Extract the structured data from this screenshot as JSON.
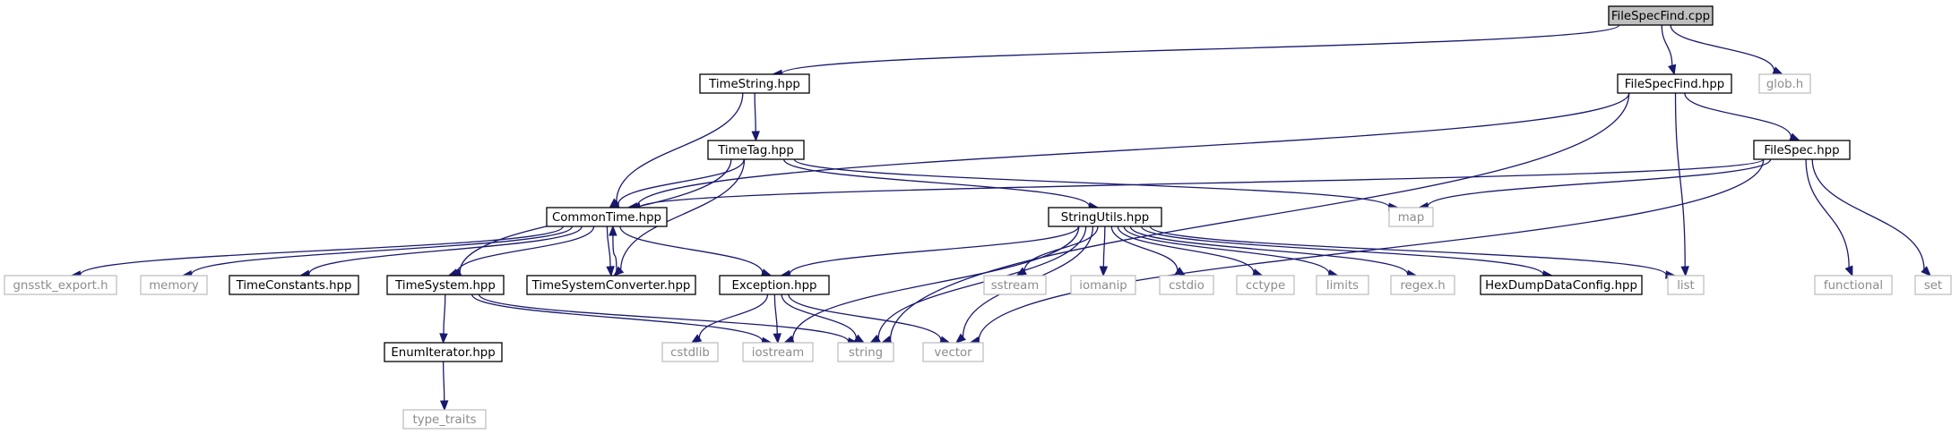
{
  "diagram": {
    "type": "include-dependency-graph",
    "colors": {
      "edge": "#191970",
      "root_fill": "#bfbfbf",
      "node_border": "#000000",
      "external_border": "#bfbfbf",
      "external_text": "#8c8c8c"
    },
    "nodes": {
      "filespecfind_cpp": {
        "label": "FileSpecFind.cpp",
        "kind": "root"
      },
      "timestring_hpp": {
        "label": "TimeString.hpp",
        "kind": "main"
      },
      "filespecfind_hpp": {
        "label": "FileSpecFind.hpp",
        "kind": "main"
      },
      "glob_h": {
        "label": "glob.h",
        "kind": "ext"
      },
      "timetag_hpp": {
        "label": "TimeTag.hpp",
        "kind": "main"
      },
      "filespec_hpp": {
        "label": "FileSpec.hpp",
        "kind": "main"
      },
      "commontime_hpp": {
        "label": "CommonTime.hpp",
        "kind": "main"
      },
      "stringutils_hpp": {
        "label": "StringUtils.hpp",
        "kind": "main"
      },
      "map": {
        "label": "map",
        "kind": "ext"
      },
      "functional": {
        "label": "functional",
        "kind": "ext"
      },
      "set": {
        "label": "set",
        "kind": "ext"
      },
      "gnsstk_export_h": {
        "label": "gnsstk_export.h",
        "kind": "ext"
      },
      "memory": {
        "label": "memory",
        "kind": "ext"
      },
      "timeconstants_hpp": {
        "label": "TimeConstants.hpp",
        "kind": "main"
      },
      "timesystem_hpp": {
        "label": "TimeSystem.hpp",
        "kind": "main"
      },
      "timesystemconverter_hpp": {
        "label": "TimeSystemConverter.hpp",
        "kind": "main"
      },
      "exception_hpp": {
        "label": "Exception.hpp",
        "kind": "main"
      },
      "sstream": {
        "label": "sstream",
        "kind": "ext"
      },
      "iomanip": {
        "label": "iomanip",
        "kind": "ext"
      },
      "cstdio": {
        "label": "cstdio",
        "kind": "ext"
      },
      "cctype": {
        "label": "cctype",
        "kind": "ext"
      },
      "limits": {
        "label": "limits",
        "kind": "ext"
      },
      "regex_h": {
        "label": "regex.h",
        "kind": "ext"
      },
      "hexdumpdataconfig_hpp": {
        "label": "HexDumpDataConfig.hpp",
        "kind": "main"
      },
      "list": {
        "label": "list",
        "kind": "ext"
      },
      "enumiterator_hpp": {
        "label": "EnumIterator.hpp",
        "kind": "main"
      },
      "cstdlib": {
        "label": "cstdlib",
        "kind": "ext"
      },
      "iostream": {
        "label": "iostream",
        "kind": "ext"
      },
      "string": {
        "label": "string",
        "kind": "ext"
      },
      "vector": {
        "label": "vector",
        "kind": "ext"
      },
      "type_traits": {
        "label": "type_traits",
        "kind": "ext"
      }
    },
    "edges": [
      [
        "filespecfind_cpp",
        "timestring_hpp"
      ],
      [
        "filespecfind_cpp",
        "filespecfind_hpp"
      ],
      [
        "filespecfind_cpp",
        "glob_h"
      ],
      [
        "timestring_hpp",
        "timetag_hpp"
      ],
      [
        "timestring_hpp",
        "commontime_hpp"
      ],
      [
        "filespecfind_hpp",
        "commontime_hpp"
      ],
      [
        "filespecfind_hpp",
        "filespec_hpp"
      ],
      [
        "filespecfind_hpp",
        "list"
      ],
      [
        "filespecfind_hpp",
        "string"
      ],
      [
        "timetag_hpp",
        "commontime_hpp"
      ],
      [
        "timetag_hpp",
        "stringutils_hpp"
      ],
      [
        "timetag_hpp",
        "map"
      ],
      [
        "timetag_hpp",
        "timesystem_hpp"
      ],
      [
        "timetag_hpp",
        "timesystemconverter_hpp"
      ],
      [
        "filespec_hpp",
        "commontime_hpp"
      ],
      [
        "filespec_hpp",
        "map"
      ],
      [
        "filespec_hpp",
        "functional"
      ],
      [
        "filespec_hpp",
        "set"
      ],
      [
        "filespec_hpp",
        "vector"
      ],
      [
        "commontime_hpp",
        "gnsstk_export_h"
      ],
      [
        "commontime_hpp",
        "memory"
      ],
      [
        "commontime_hpp",
        "timeconstants_hpp"
      ],
      [
        "commontime_hpp",
        "timesystem_hpp"
      ],
      [
        "commontime_hpp",
        "timesystemconverter_hpp"
      ],
      [
        "commontime_hpp",
        "exception_hpp"
      ],
      [
        "timesystemconverter_hpp",
        "commontime_hpp"
      ],
      [
        "stringutils_hpp",
        "exception_hpp"
      ],
      [
        "stringutils_hpp",
        "sstream"
      ],
      [
        "stringutils_hpp",
        "iomanip"
      ],
      [
        "stringutils_hpp",
        "cstdio"
      ],
      [
        "stringutils_hpp",
        "cctype"
      ],
      [
        "stringutils_hpp",
        "limits"
      ],
      [
        "stringutils_hpp",
        "regex_h"
      ],
      [
        "stringutils_hpp",
        "hexdumpdataconfig_hpp"
      ],
      [
        "stringutils_hpp",
        "list"
      ],
      [
        "stringutils_hpp",
        "iostream"
      ],
      [
        "stringutils_hpp",
        "string"
      ],
      [
        "stringutils_hpp",
        "vector"
      ],
      [
        "timesystem_hpp",
        "enumiterator_hpp"
      ],
      [
        "timesystem_hpp",
        "iostream"
      ],
      [
        "timesystem_hpp",
        "string"
      ],
      [
        "exception_hpp",
        "cstdlib"
      ],
      [
        "exception_hpp",
        "iostream"
      ],
      [
        "exception_hpp",
        "string"
      ],
      [
        "exception_hpp",
        "vector"
      ],
      [
        "enumiterator_hpp",
        "type_traits"
      ]
    ]
  }
}
